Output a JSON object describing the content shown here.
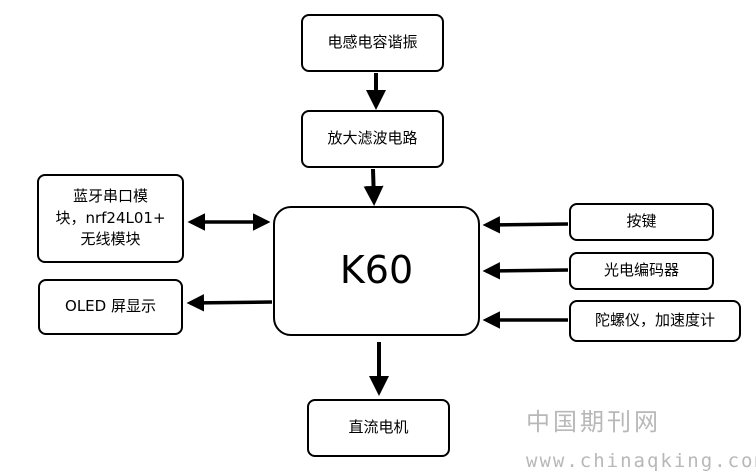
{
  "diagram": {
    "nodes": {
      "inductor": "电感电容谐振",
      "filter": "放大滤波电路",
      "k60": "K60",
      "bluetooth": "蓝牙串口模\n块，nrf24L01+\n无线模块",
      "oled": "OLED 屏显示",
      "key": "按键",
      "encoder": "光电编码器",
      "gyro": "陀螺仪，加速度计",
      "motor": "直流电机"
    },
    "edges": [
      {
        "from": "inductor",
        "to": "filter"
      },
      {
        "from": "filter",
        "to": "k60"
      },
      {
        "from": "k60",
        "to": "bluetooth",
        "bidirectional": true
      },
      {
        "from": "k60",
        "to": "oled"
      },
      {
        "from": "key",
        "to": "k60"
      },
      {
        "from": "encoder",
        "to": "k60"
      },
      {
        "from": "gyro",
        "to": "k60"
      },
      {
        "from": "k60",
        "to": "motor"
      }
    ]
  },
  "watermark": {
    "title": "中国期刊网",
    "url": "www.chinaqking.com"
  }
}
